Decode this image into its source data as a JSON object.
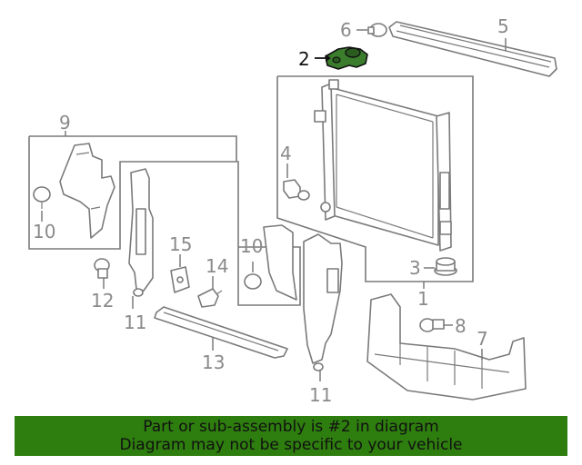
{
  "callouts": {
    "c1": "1",
    "c2": "2",
    "c3": "3",
    "c4": "4",
    "c5": "5",
    "c6": "6",
    "c7": "7",
    "c8": "8",
    "c9": "9",
    "c10a": "10",
    "c10b": "10",
    "c11a": "11",
    "c11b": "11",
    "c12": "12",
    "c13": "13",
    "c14": "14",
    "c15": "15"
  },
  "highlighted_part": "2",
  "colors": {
    "highlight": "#3b7d2c",
    "banner": "#2e7d0f",
    "line_art": "#7a7a7a"
  },
  "banner": {
    "line1": "Part or sub-assembly is #2 in diagram",
    "line2": "Diagram may not be specific to your vehicle"
  }
}
